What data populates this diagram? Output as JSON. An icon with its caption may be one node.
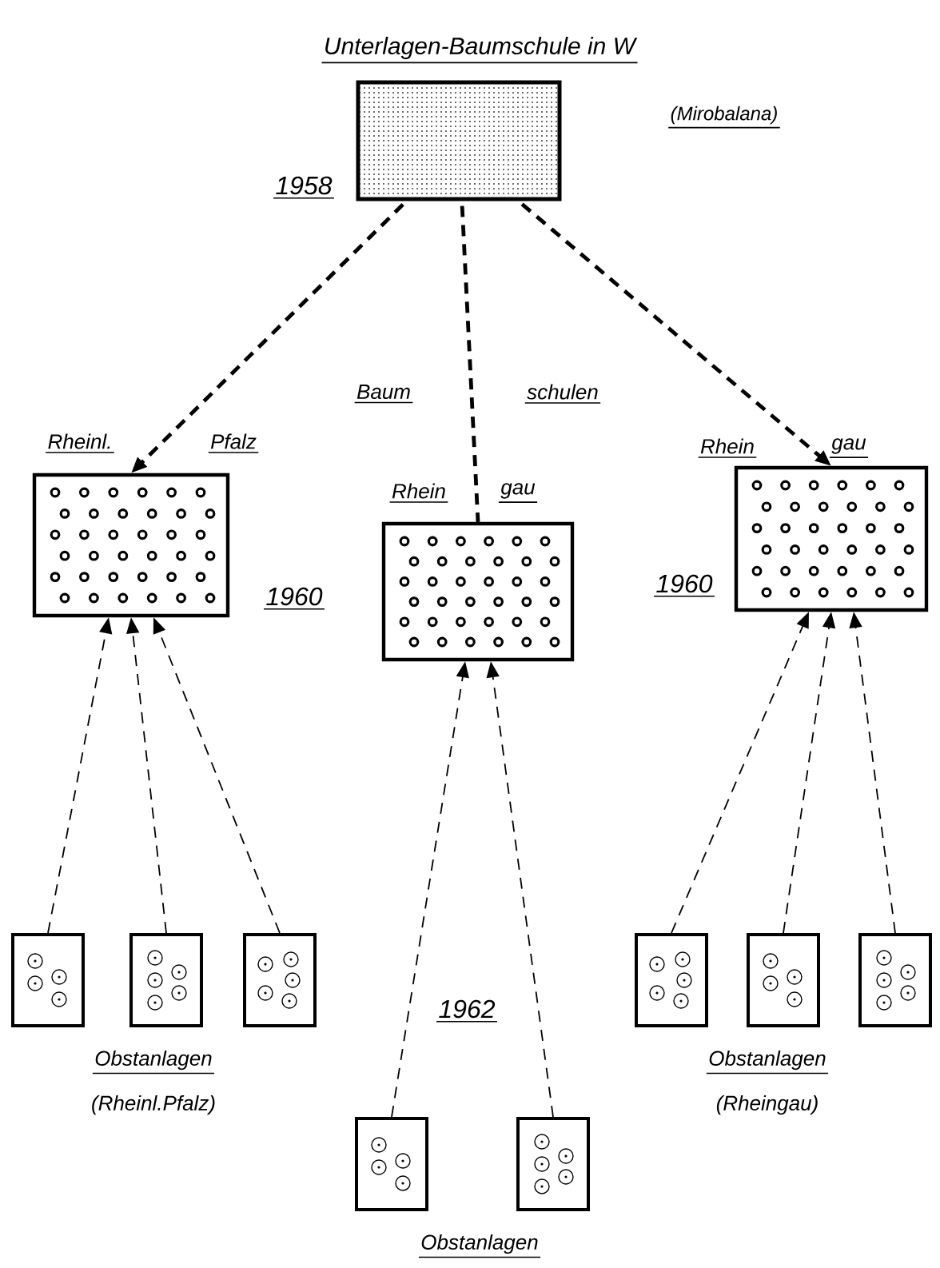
{
  "diagram": {
    "title": "Unterlagen-Baumschule in W",
    "nodes": [
      {
        "text": [],
        "shape": "box",
        "beside": [
          "1958"
        ]
      },
      {
        "text": [
          "Rheinl.",
          "Pfalz"
        ],
        "beside": [
          "1960"
        ]
      },
      {
        "text": [
          "Rhein",
          "gau"
        ]
      },
      {
        "text": [
          "Rhein",
          "gau"
        ],
        "beside": [
          "1960"
        ]
      },
      {
        "text": [],
        "shape": "box"
      },
      {
        "text": [],
        "shape": "box"
      },
      {
        "text": [],
        "shape": "box"
      },
      {
        "text": [],
        "shape": "box"
      },
      {
        "text": [],
        "shape": "box"
      },
      {
        "text": [],
        "shape": "box"
      },
      {
        "text": [],
        "shape": "box"
      },
      {
        "text": [],
        "shape": "box"
      }
    ],
    "edges": [
      {
        "from": 0,
        "to": 1,
        "arrow": "to",
        "style": "dashed"
      },
      {
        "from": 0,
        "to": 2,
        "arrow": "none",
        "style": "dashed"
      },
      {
        "from": 0,
        "to": 3,
        "arrow": "to",
        "style": "dashed"
      },
      {
        "from": 4,
        "to": 1,
        "arrow": "to",
        "style": "dashed"
      },
      {
        "from": 5,
        "to": 1,
        "arrow": "to",
        "style": "dashed"
      },
      {
        "from": 6,
        "to": 1,
        "arrow": "to",
        "style": "dashed"
      },
      {
        "from": 7,
        "to": 2,
        "arrow": "to",
        "style": "dashed"
      },
      {
        "from": 8,
        "to": 2,
        "arrow": "to",
        "style": "dashed"
      },
      {
        "from": 9,
        "to": 3,
        "arrow": "to",
        "style": "dashed"
      },
      {
        "from": 10,
        "to": 3,
        "arrow": "to",
        "style": "dashed"
      },
      {
        "from": 11,
        "to": 3,
        "arrow": "to",
        "style": "dashed"
      }
    ],
    "labels": [
      "(Mirobalana)",
      "Baum",
      "schulen",
      "1962",
      "Obstanlagen",
      "(Rheinl.Pfalz)",
      "Obstanlagen",
      "(Rheingau)",
      "Obstanlagen"
    ]
  }
}
